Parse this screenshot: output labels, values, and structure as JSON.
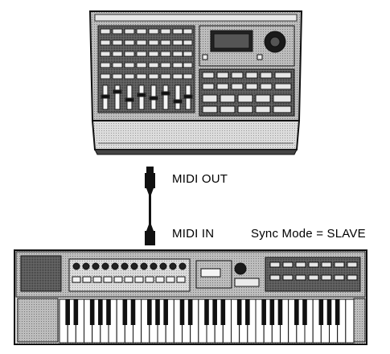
{
  "diagram": {
    "recorder": {
      "name": "multitrack-recorder"
    },
    "cable": {
      "top_connector_label": "MIDI OUT",
      "bottom_connector_label": "MIDI IN"
    },
    "keyboard": {
      "name": "synthesizer-keyboard",
      "setting_text": "Sync Mode = SLAVE"
    }
  }
}
